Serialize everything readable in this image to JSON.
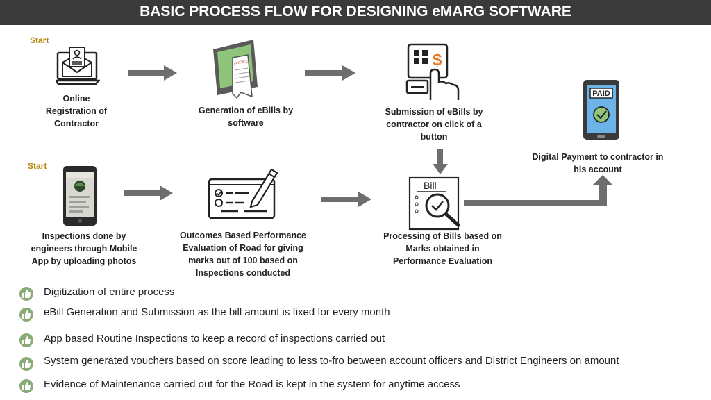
{
  "title": "BASIC PROCESS FLOW FOR DESIGNING eMARG SOFTWARE",
  "start_labels": [
    "Start",
    "Start"
  ],
  "steps": {
    "registration": "Online Registration of Contractor",
    "generation": "Generation of eBills by software",
    "submission": "Submission of eBills by contractor on click of a button",
    "payment": "Digital Payment to contractor in his account",
    "inspections": "Inspections done by engineers through Mobile App by uploading photos",
    "outcomes": "Outcomes Based Performance Evaluation of Road for giving marks out of 100 based on Inspections conducted",
    "processing": "Processing of Bills based on Marks obtained in Performance Evaluation"
  },
  "icon_text": {
    "paid": "PAID",
    "bill": "Bill",
    "invoice": "INVOICE"
  },
  "bullets": [
    "Digitization of entire process",
    "eBill Generation and Submission as the bill amount is fixed for every month",
    "App based Routine Inspections to keep a record of inspections carried out",
    "System generated vouchers based on score leading to less to-fro between account officers and District Engineers on amount",
    "Evidence of Maintenance carried out for the Road is kept in the system for anytime access"
  ],
  "colors": {
    "title_bg": "#3a3a3a",
    "start": "#b8860b",
    "arrow": "#6e6e6e",
    "bullet": "#8aab78",
    "orange": "#e87722"
  }
}
